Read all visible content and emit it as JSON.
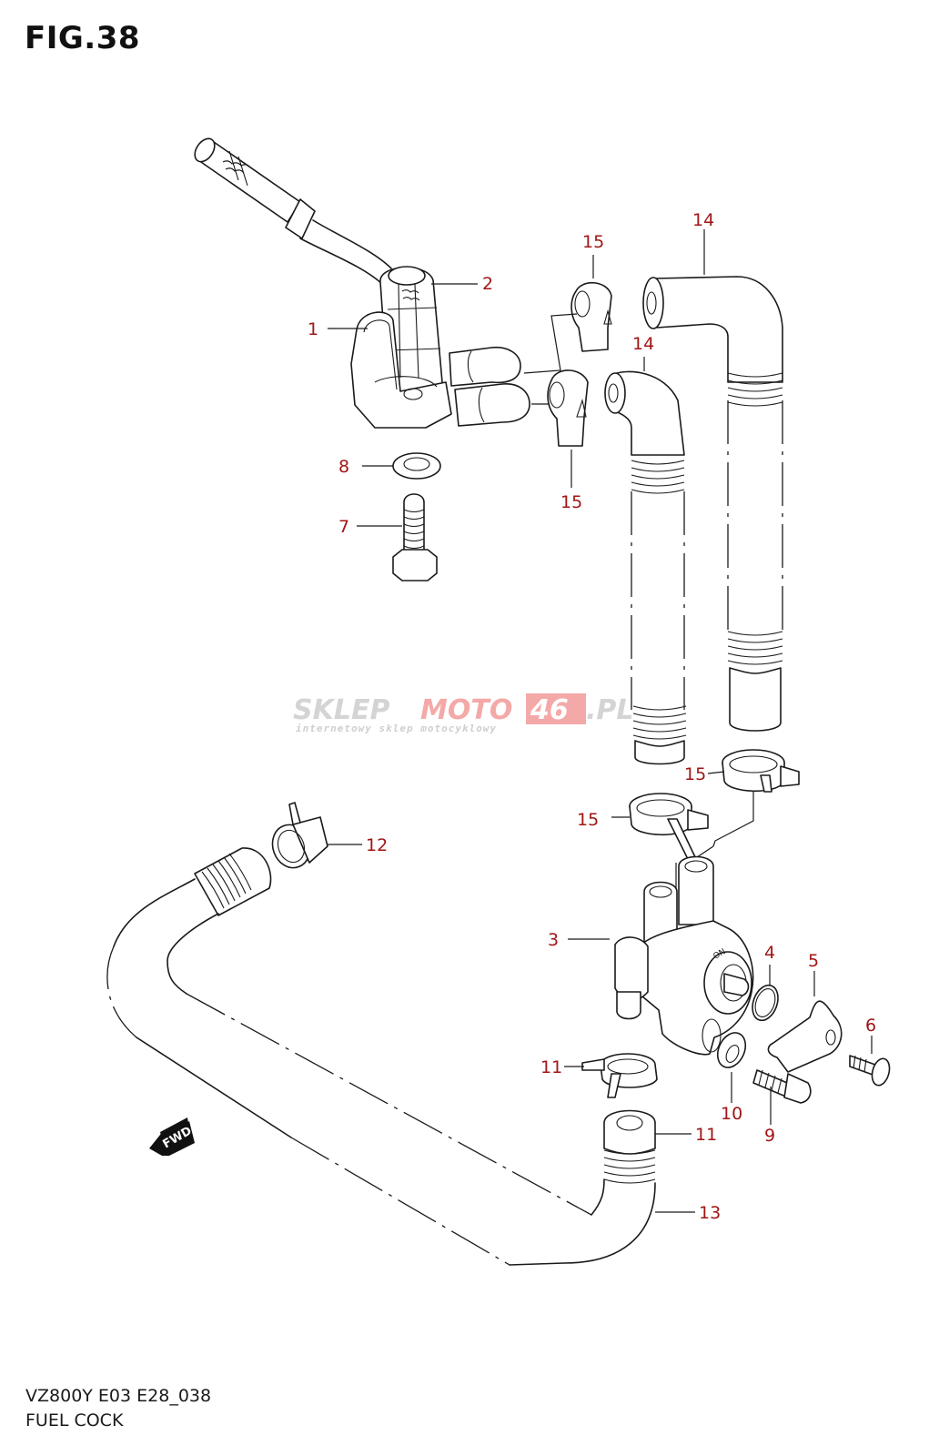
{
  "figure": {
    "title": "FIG.38",
    "model_code": "VZ800Y E03 E28_038",
    "section_name": "FUEL COCK"
  },
  "watermark": {
    "part1": "SKLEP",
    "part2": "MOTO",
    "part3": "46",
    "part4": ".PL",
    "tagline": "internetowy sklep motocyklowy"
  },
  "direction_marker": {
    "label": "FWD",
    "icon": "forward-arrow-icon"
  },
  "callouts": [
    {
      "ref": "1",
      "part": "fuel-cock-body-upper"
    },
    {
      "ref": "2",
      "part": "fuel-filter-strainer"
    },
    {
      "ref": "3",
      "part": "fuel-cock-valve"
    },
    {
      "ref": "4",
      "part": "o-ring"
    },
    {
      "ref": "5",
      "part": "valve-lever"
    },
    {
      "ref": "6",
      "part": "screw"
    },
    {
      "ref": "7",
      "part": "bolt"
    },
    {
      "ref": "8",
      "part": "washer"
    },
    {
      "ref": "9",
      "part": "screw"
    },
    {
      "ref": "10",
      "part": "washer"
    },
    {
      "ref": "11",
      "part": "hose-end"
    },
    {
      "ref": "12",
      "part": "hose-clamp"
    },
    {
      "ref": "12",
      "part": "hose-clamp"
    },
    {
      "ref": "13",
      "part": "fuel-hose"
    },
    {
      "ref": "14",
      "part": "fuel-hose-long"
    },
    {
      "ref": "14",
      "part": "fuel-hose-short"
    },
    {
      "ref": "15",
      "part": "clip-upper"
    },
    {
      "ref": "15",
      "part": "clip-lower"
    },
    {
      "ref": "15",
      "part": "spring-clamp-right"
    },
    {
      "ref": "15",
      "part": "spring-clamp-left"
    }
  ],
  "colors": {
    "callout": "#a01616",
    "line": "#1a1a1a",
    "watermark_grey": "#d4d4d4",
    "watermark_red": "#f4a9a9"
  }
}
